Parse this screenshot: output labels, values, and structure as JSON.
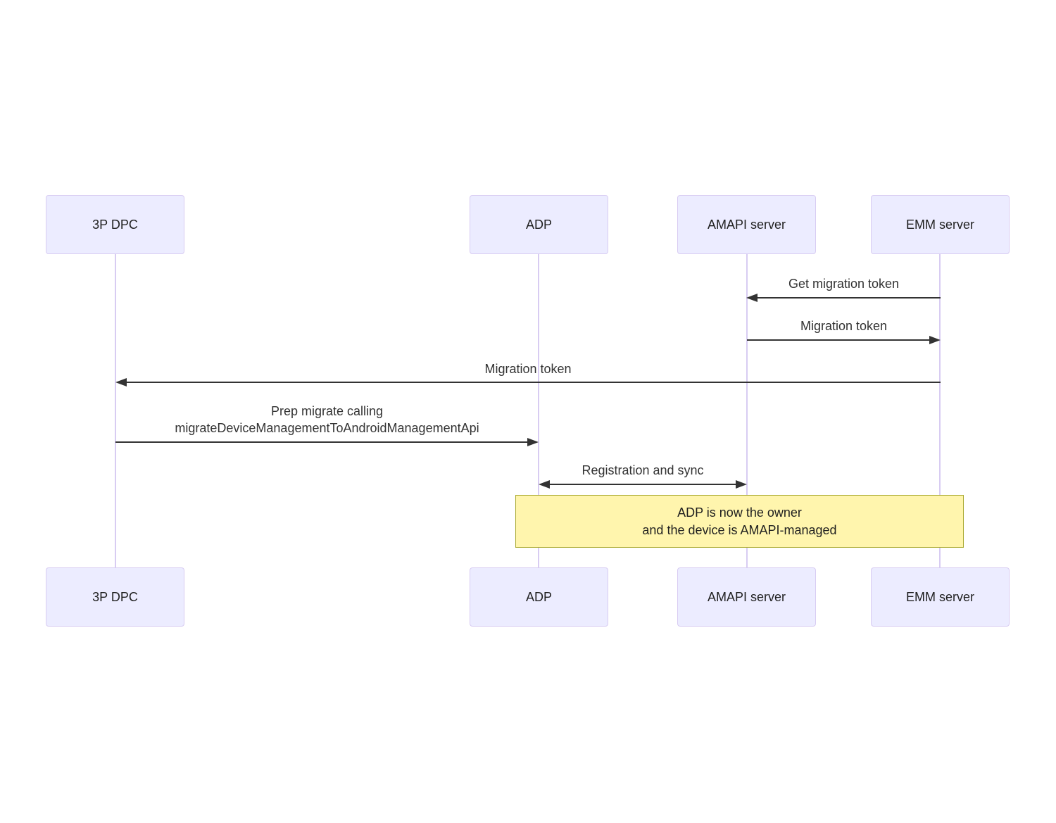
{
  "diagram": {
    "type": "sequence",
    "actors": [
      {
        "id": "3p-dpc",
        "label": "3P DPC"
      },
      {
        "id": "adp",
        "label": "ADP"
      },
      {
        "id": "amapi-server",
        "label": "AMAPI server"
      },
      {
        "id": "emm-server",
        "label": "EMM server"
      }
    ],
    "messages": [
      {
        "from": "EMM server",
        "to": "AMAPI server",
        "arrow": "left",
        "label": "Get migration token"
      },
      {
        "from": "AMAPI server",
        "to": "EMM server",
        "arrow": "right",
        "label": "Migration token"
      },
      {
        "from": "EMM server",
        "to": "3P DPC",
        "arrow": "left",
        "label": "Migration token"
      },
      {
        "from": "3P DPC",
        "to": "ADP",
        "arrow": "right",
        "lines": [
          "Prep migrate calling",
          "migrateDeviceManagementToAndroidManagementApi"
        ]
      },
      {
        "from": "ADP",
        "to": "AMAPI server",
        "arrow": "both",
        "label": "Registration and sync"
      }
    ],
    "note": {
      "over": "ADP to EMM server",
      "lines": [
        "ADP is now the owner",
        "and the device is AMAPI-managed"
      ]
    },
    "colors": {
      "actor_fill": "#ECECFF",
      "actor_border": "#D8CCF2",
      "lifeline": "#D8CCF2",
      "arrow": "#333333",
      "text": "#333333",
      "note_fill": "#FFF5AD",
      "note_border": "#AAAA33",
      "background": "#FFFFFF"
    }
  }
}
